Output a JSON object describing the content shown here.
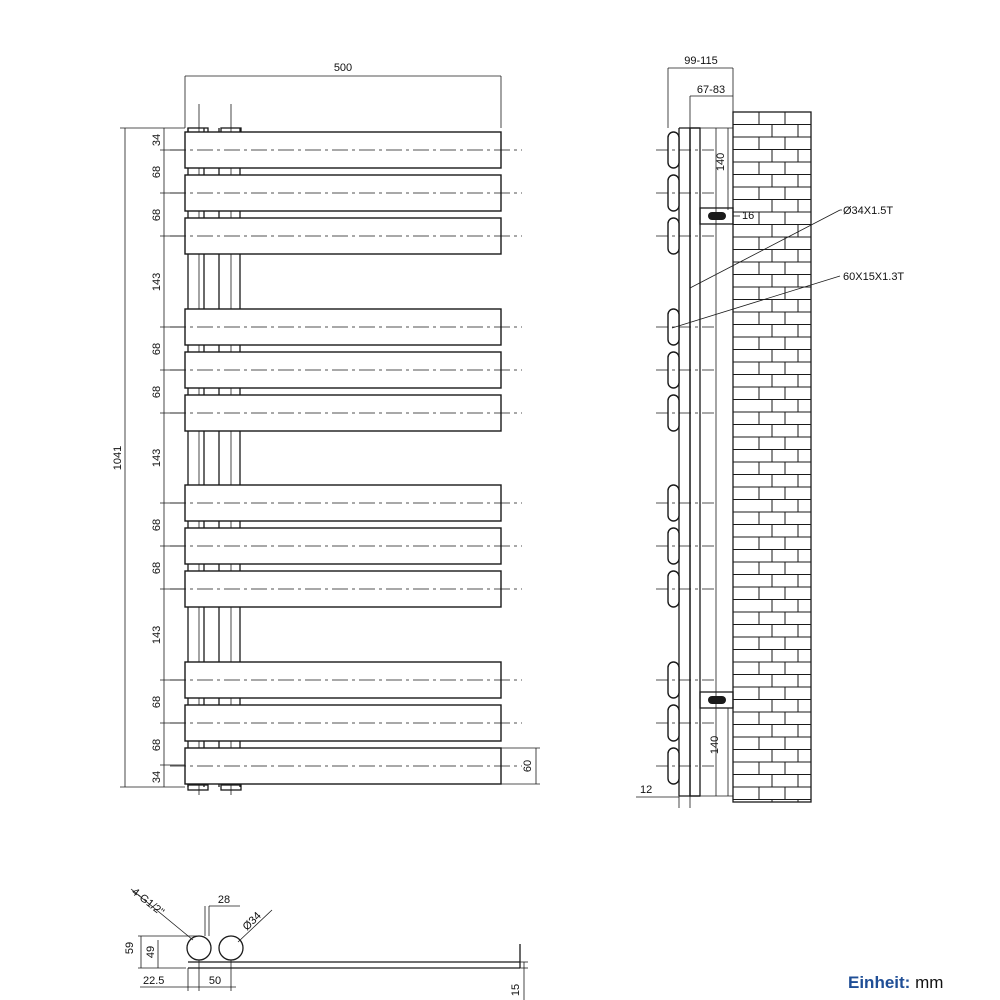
{
  "front_view": {
    "width_label": "500",
    "height_label": "1041",
    "vertical_dims": [
      "34",
      "68",
      "68",
      "143",
      "68",
      "68",
      "143",
      "68",
      "68",
      "143",
      "68",
      "68",
      "34"
    ],
    "bar_height_label": "60"
  },
  "side_view": {
    "depth_outer_label": "99-115",
    "depth_inner_label": "67-83",
    "bracket_top_label": "140",
    "bracket_bottom_label": "140",
    "small_offset_label": "16",
    "pipe_spec": "Ø34X1.5T",
    "bar_spec": "60X15X1.3T",
    "bottom_offset_label": "12"
  },
  "bottom_view": {
    "thread_label": "4-G1/2\"",
    "spacing_label": "28",
    "pipe_diameter_label": "Ø34",
    "height_outer_label": "59",
    "height_inner_label": "49",
    "left_offset_label": "22.5",
    "center_distance_label": "50",
    "thickness_label": "15"
  },
  "unit_note": {
    "label": "Einheit:",
    "value": "mm"
  }
}
